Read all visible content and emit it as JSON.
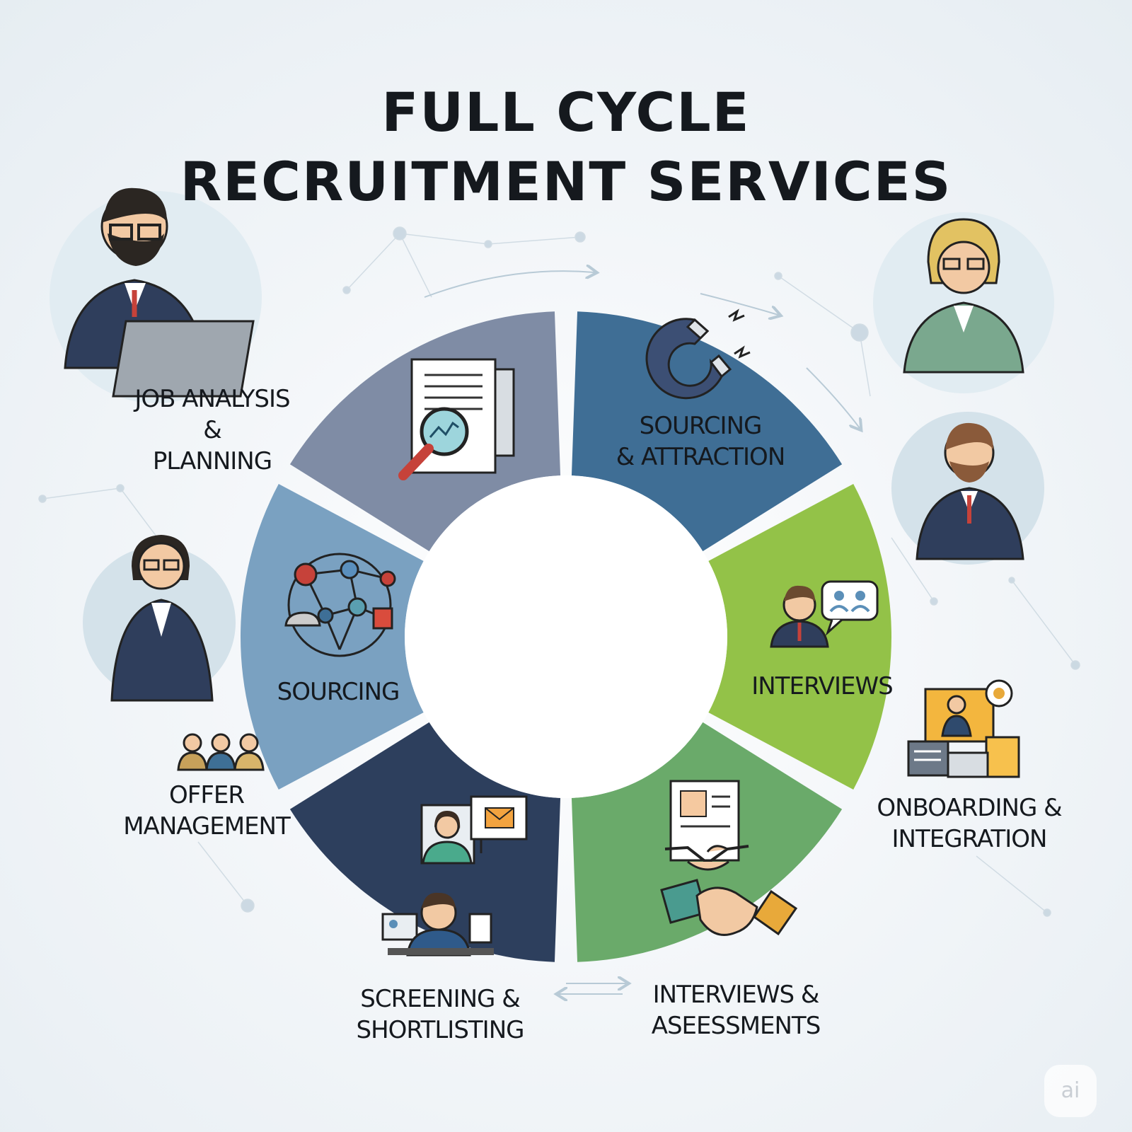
{
  "title": {
    "line1": "FULL CYCLE",
    "line2": "RECRUITMENT SERVICES"
  },
  "stages": [
    {
      "id": "job-analysis",
      "lines": [
        "JOB ANALYSIS",
        "&",
        "PLANNING"
      ],
      "color": "#3f6e95",
      "icon": "document-magnifier-icon"
    },
    {
      "id": "sourcing-attraction",
      "lines": [
        "SOURCING",
        "& ATTRACTION"
      ],
      "color": "#93c248",
      "icon": "magnet-icon"
    },
    {
      "id": "interviews",
      "lines": [
        "INTERVIEWS"
      ],
      "color": "#6aaa6a",
      "icon": "interview-chat-icon"
    },
    {
      "id": "interviews-assessments",
      "lines": [
        "INTERVIEWS &",
        "ASEESSMENTS"
      ],
      "color": "#2d3f5d",
      "icon": "handshake-icon"
    },
    {
      "id": "screening-shortlisting",
      "lines": [
        "SCREENING &",
        "SHORTLISTING"
      ],
      "color": "#7aa1c1",
      "icon": "video-screening-icon"
    },
    {
      "id": "sourcing",
      "lines": [
        "SOURCING"
      ],
      "color": "#7f8ca5",
      "icon": "network-icon"
    }
  ],
  "side_labels": {
    "offer": [
      "OFFER",
      "MANAGEMENT"
    ],
    "onboarding": [
      "ONBOARDING &",
      "INTEGRATION"
    ]
  },
  "badge": "ai"
}
